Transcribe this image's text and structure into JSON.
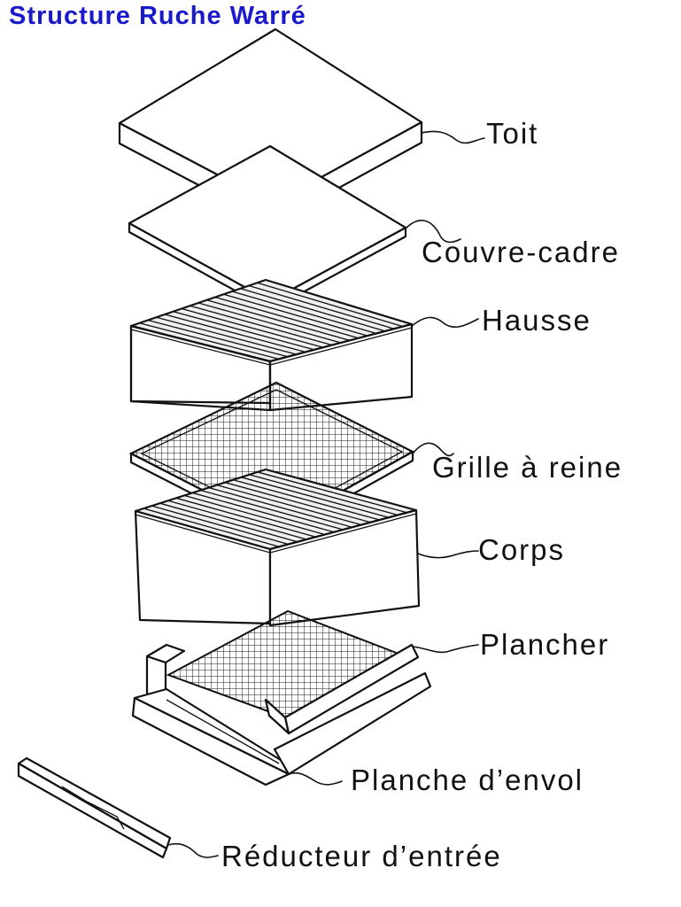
{
  "title": "Structure Ruche Warré",
  "parts": [
    {
      "id": "toit",
      "label": "Toit"
    },
    {
      "id": "couvre-cadre",
      "label": "Couvre-cadre"
    },
    {
      "id": "hausse",
      "label": "Hausse"
    },
    {
      "id": "grille",
      "label": "Grille à reine"
    },
    {
      "id": "corps",
      "label": "Corps"
    },
    {
      "id": "plancher",
      "label": "Plancher"
    },
    {
      "id": "planche-envol",
      "label": "Planche d’envol"
    },
    {
      "id": "reducteur",
      "label": "Réducteur d’entrée"
    }
  ]
}
